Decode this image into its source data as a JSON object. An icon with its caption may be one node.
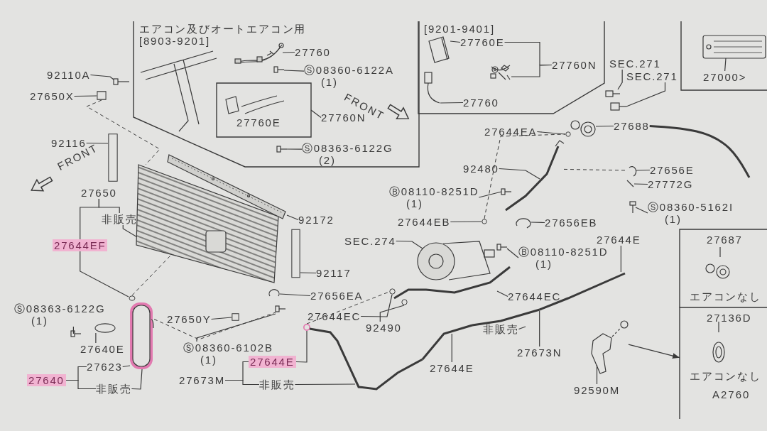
{
  "diagram": {
    "nodes": [
      {
        "text": [
          "エアコン及びオートエアコン用",
          "[8903-9201]"
        ]
      },
      {
        "text": [
          "27760"
        ],
        "in": 0
      },
      {
        "text": [
          "Ⓢ08360-6122A",
          "(1)"
        ],
        "in": 0
      },
      {
        "text": [
          "27760E"
        ],
        "in": 0
      },
      {
        "text": [
          "27760N"
        ],
        "in": 0
      },
      {
        "text": [
          "Ⓢ08363-6122G",
          "(2)"
        ],
        "in": 0
      },
      {
        "text": [
          "[9201-9401]"
        ]
      },
      {
        "text": [
          "27760E"
        ],
        "in": 6
      },
      {
        "text": [
          "27760N"
        ],
        "in": 6
      },
      {
        "text": [
          "27760"
        ],
        "in": 6
      },
      {
        "text": [],
        "shape": "box"
      },
      {
        "text": [
          "27000>"
        ],
        "in": 10
      },
      {
        "text": [
          "SEC.271"
        ]
      },
      {
        "text": [
          "SEC.271"
        ]
      },
      {
        "text": [
          "92110A"
        ]
      },
      {
        "text": [
          "27650X"
        ]
      },
      {
        "text": [
          "92116"
        ]
      },
      {
        "text": [
          "27650"
        ]
      },
      {
        "text": [
          "非販売"
        ]
      },
      {
        "text": [
          "27644EF"
        ]
      },
      {
        "text": [
          "Ⓢ08363-6122G",
          "(1)"
        ]
      },
      {
        "text": [
          "27640E"
        ]
      },
      {
        "text": [
          "27623"
        ]
      },
      {
        "text": [
          "27640"
        ]
      },
      {
        "text": [
          "非販売"
        ]
      },
      {
        "text": [
          "27650Y"
        ]
      },
      {
        "text": [
          "Ⓢ08360-6102B",
          "(1)"
        ]
      },
      {
        "text": [
          "27644E"
        ]
      },
      {
        "text": [
          "27673M"
        ]
      },
      {
        "text": [
          "非販売"
        ]
      },
      {
        "text": [
          "92172"
        ]
      },
      {
        "text": [
          "92117"
        ]
      },
      {
        "text": [
          "27656EA"
        ]
      },
      {
        "text": [
          "27644EC"
        ]
      },
      {
        "text": [
          "92490"
        ]
      },
      {
        "text": [
          "SEC.274"
        ]
      },
      {
        "text": [
          "27644EB"
        ]
      },
      {
        "text": [
          "92480"
        ]
      },
      {
        "text": [
          "Ⓑ08110-8251D",
          "(1)"
        ]
      },
      {
        "text": [
          "27644EA"
        ]
      },
      {
        "text": [
          "27688"
        ]
      },
      {
        "text": [
          "27656E"
        ]
      },
      {
        "text": [
          "27772G"
        ]
      },
      {
        "text": [
          "Ⓢ08360-5162I",
          "(1)"
        ]
      },
      {
        "text": [
          "27656EB"
        ]
      },
      {
        "text": [
          "27644E"
        ]
      },
      {
        "text": [
          "Ⓑ08110-8251D",
          "(1)"
        ]
      },
      {
        "text": [
          "27644EC"
        ]
      },
      {
        "text": [
          "非販売"
        ]
      },
      {
        "text": [
          "27644E"
        ]
      },
      {
        "text": [
          "27673N"
        ]
      },
      {
        "text": [
          "92590M"
        ]
      },
      {
        "text": [
          "27687",
          "エアコンなし"
        ]
      },
      {
        "text": [
          "27136D",
          "エアコンなし"
        ]
      },
      {
        "text": [],
        "shape": "picture",
        "in": 0
      },
      {
        "text": [],
        "shape": "picture",
        "in": 0
      },
      {
        "text": [],
        "shape": "picture",
        "in": 0
      },
      {
        "text": [],
        "shape": "picture",
        "in": 6
      },
      {
        "text": [],
        "shape": "picture",
        "in": 6
      },
      {
        "text": [],
        "shape": "picture",
        "in": 6
      },
      {
        "text": [],
        "shape": "picture",
        "in": 10
      },
      {
        "text": [],
        "shape": "picture"
      },
      {
        "text": [],
        "shape": "picture"
      },
      {
        "text": [],
        "shape": "picture"
      },
      {
        "text": [],
        "shape": "box"
      },
      {
        "text": [],
        "shape": "box"
      },
      {
        "text": [],
        "shape": "picture"
      },
      {
        "text": [],
        "shape": "picture"
      },
      {
        "text": [],
        "shape": "box"
      },
      {
        "text": [],
        "shape": "picture"
      },
      {
        "text": [],
        "shape": "circle"
      },
      {
        "text": [],
        "shape": "circle"
      },
      {
        "text": [],
        "shape": "picture"
      },
      {
        "text": [],
        "shape": "box"
      },
      {
        "text": [],
        "shape": "picture"
      },
      {
        "text": [],
        "shape": "picture"
      },
      {
        "text": [],
        "shape": "circle"
      },
      {
        "text": [],
        "shape": "picture"
      },
      {
        "text": [],
        "shape": "picture"
      },
      {
        "text": [],
        "shape": "picture"
      },
      {
        "text": [],
        "shape": "picture"
      },
      {
        "text": [],
        "shape": "picture"
      },
      {
        "text": [],
        "shape": "circle"
      },
      {
        "text": [],
        "shape": "circle"
      },
      {
        "text": [],
        "shape": "picture"
      },
      {
        "text": [],
        "shape": "picture"
      },
      {
        "text": [],
        "shape": "circle"
      },
      {
        "text": [],
        "shape": "picture"
      },
      {
        "text": [],
        "shape": "picture"
      },
      {
        "text": [],
        "shape": "circle"
      },
      {
        "text": [],
        "shape": "picture"
      },
      {
        "text": [],
        "shape": "picture"
      },
      {
        "text": [],
        "shape": "picture"
      },
      {
        "text": [],
        "shape": "picture"
      },
      {
        "text": [],
        "shape": "picture"
      },
      {
        "text": [],
        "shape": "picture"
      },
      {
        "text": [],
        "shape": "picture",
        "in": 52
      },
      {
        "text": [],
        "shape": "picture",
        "in": 53
      }
    ],
    "edges": [
      {
        "from": 1,
        "to": 54,
        "arrow": "none"
      },
      {
        "from": 2,
        "to": 55,
        "arrow": "none"
      },
      {
        "from": 4,
        "to": 3,
        "arrow": "none"
      },
      {
        "from": 5,
        "to": 56,
        "arrow": "none"
      },
      {
        "from": 7,
        "to": 57,
        "arrow": "none"
      },
      {
        "from": 8,
        "to": 7,
        "arrow": "none"
      },
      {
        "from": 8,
        "to": 59,
        "arrow": "none"
      },
      {
        "from": 9,
        "to": 58,
        "arrow": "none"
      },
      {
        "from": 11,
        "to": 60,
        "arrow": "none"
      },
      {
        "from": 12,
        "to": 61,
        "arrow": "none"
      },
      {
        "from": 13,
        "to": 62,
        "arrow": "none"
      },
      {
        "from": 14,
        "to": 63,
        "arrow": "none"
      },
      {
        "from": 15,
        "to": 64,
        "arrow": "none"
      },
      {
        "from": 16,
        "to": 65,
        "arrow": "none"
      },
      {
        "from": 17,
        "to": 18,
        "arrow": "none"
      },
      {
        "from": 18,
        "to": 66,
        "arrow": "none"
      },
      {
        "from": 17,
        "to": 19,
        "arrow": "none"
      },
      {
        "from": 19,
        "to": 70,
        "arrow": "none"
      },
      {
        "from": 20,
        "to": 72,
        "arrow": "none"
      },
      {
        "from": 21,
        "to": 71,
        "arrow": "none"
      },
      {
        "from": 22,
        "to": 69,
        "arrow": "none"
      },
      {
        "from": 23,
        "to": 22,
        "arrow": "none"
      },
      {
        "from": 23,
        "to": 24,
        "arrow": "none"
      },
      {
        "from": 24,
        "to": 69,
        "arrow": "none"
      },
      {
        "from": 25,
        "to": 73,
        "arrow": "none"
      },
      {
        "from": 26,
        "to": 74,
        "arrow": "none"
      },
      {
        "from": 27,
        "to": 76,
        "arrow": "none"
      },
      {
        "from": 28,
        "to": 27,
        "arrow": "none"
      },
      {
        "from": 28,
        "to": 29,
        "arrow": "none"
      },
      {
        "from": 29,
        "to": 77,
        "arrow": "none"
      },
      {
        "from": 30,
        "to": 67,
        "arrow": "none"
      },
      {
        "from": 31,
        "to": 68,
        "arrow": "none"
      },
      {
        "from": 32,
        "to": 75,
        "arrow": "none"
      },
      {
        "from": 33,
        "to": 82,
        "arrow": "none"
      },
      {
        "from": 34,
        "to": 83,
        "arrow": "none"
      },
      {
        "from": 35,
        "to": 84,
        "arrow": "none"
      },
      {
        "from": 36,
        "to": 89,
        "arrow": "none"
      },
      {
        "from": 37,
        "to": 85,
        "arrow": "none"
      },
      {
        "from": 38,
        "to": 88,
        "arrow": "none"
      },
      {
        "from": 39,
        "to": 86,
        "arrow": "none"
      },
      {
        "from": 40,
        "to": 87,
        "arrow": "none"
      },
      {
        "from": 40,
        "to": null,
        "arrow": "none",
        "style": "thick"
      },
      {
        "from": 41,
        "to": 90,
        "arrow": "none"
      },
      {
        "from": 42,
        "to": 91,
        "arrow": "none"
      },
      {
        "from": 43,
        "to": 92,
        "arrow": "none"
      },
      {
        "from": 44,
        "to": 93,
        "arrow": "none"
      },
      {
        "from": 45,
        "to": 80,
        "arrow": "none"
      },
      {
        "from": 50,
        "to": 80,
        "arrow": "none"
      },
      {
        "from": 48,
        "to": 79,
        "arrow": "none"
      },
      {
        "from": 49,
        "to": 78,
        "arrow": "none"
      },
      {
        "from": 47,
        "to": 81,
        "arrow": "none"
      },
      {
        "from": 46,
        "to": 94,
        "arrow": "none"
      },
      {
        "from": 51,
        "to": 95,
        "arrow": "none"
      },
      {
        "from": 95,
        "to": 53,
        "arrow": "to"
      },
      {
        "from": 64,
        "to": 66,
        "arrow": "none",
        "style": "dashed"
      },
      {
        "from": 70,
        "to": 66,
        "arrow": "none",
        "style": "dashed"
      },
      {
        "from": 69,
        "to": 74,
        "arrow": "none",
        "style": "dashed"
      },
      {
        "from": 76,
        "to": 82,
        "arrow": "none",
        "style": "dashed"
      },
      {
        "from": 89,
        "to": 86,
        "arrow": "none",
        "style": "dashed"
      },
      {
        "from": 85,
        "to": 90,
        "arrow": "none",
        "style": "dashed"
      }
    ],
    "labels": [
      "FRONT",
      "FRONT",
      "A2760"
    ]
  }
}
